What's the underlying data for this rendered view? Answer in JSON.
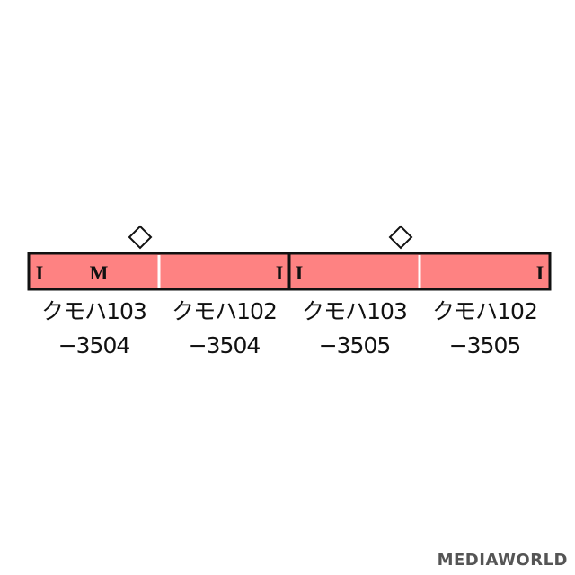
{
  "colors": {
    "body": "#fe8282",
    "outline": "#111111",
    "divider": "#ffffff",
    "text": "#111111"
  },
  "icons": {
    "pantograph": "diamond-outline-icon"
  },
  "units": [
    {
      "cars": [
        {
          "name": "クモハ103",
          "number": "−3504",
          "marks_left": "I",
          "marks_center": "M",
          "marks_right": "",
          "pantograph": true
        },
        {
          "name": "クモハ102",
          "number": "−3504",
          "marks_left": "",
          "marks_center": "",
          "marks_right": "I",
          "pantograph": false
        }
      ]
    },
    {
      "cars": [
        {
          "name": "クモハ103",
          "number": "−3505",
          "marks_left": "I",
          "marks_center": "",
          "marks_right": "",
          "pantograph": true
        },
        {
          "name": "クモハ102",
          "number": "−3505",
          "marks_left": "",
          "marks_center": "",
          "marks_right": "I",
          "pantograph": false
        }
      ]
    }
  ],
  "watermark": "MEDIAWORLD"
}
